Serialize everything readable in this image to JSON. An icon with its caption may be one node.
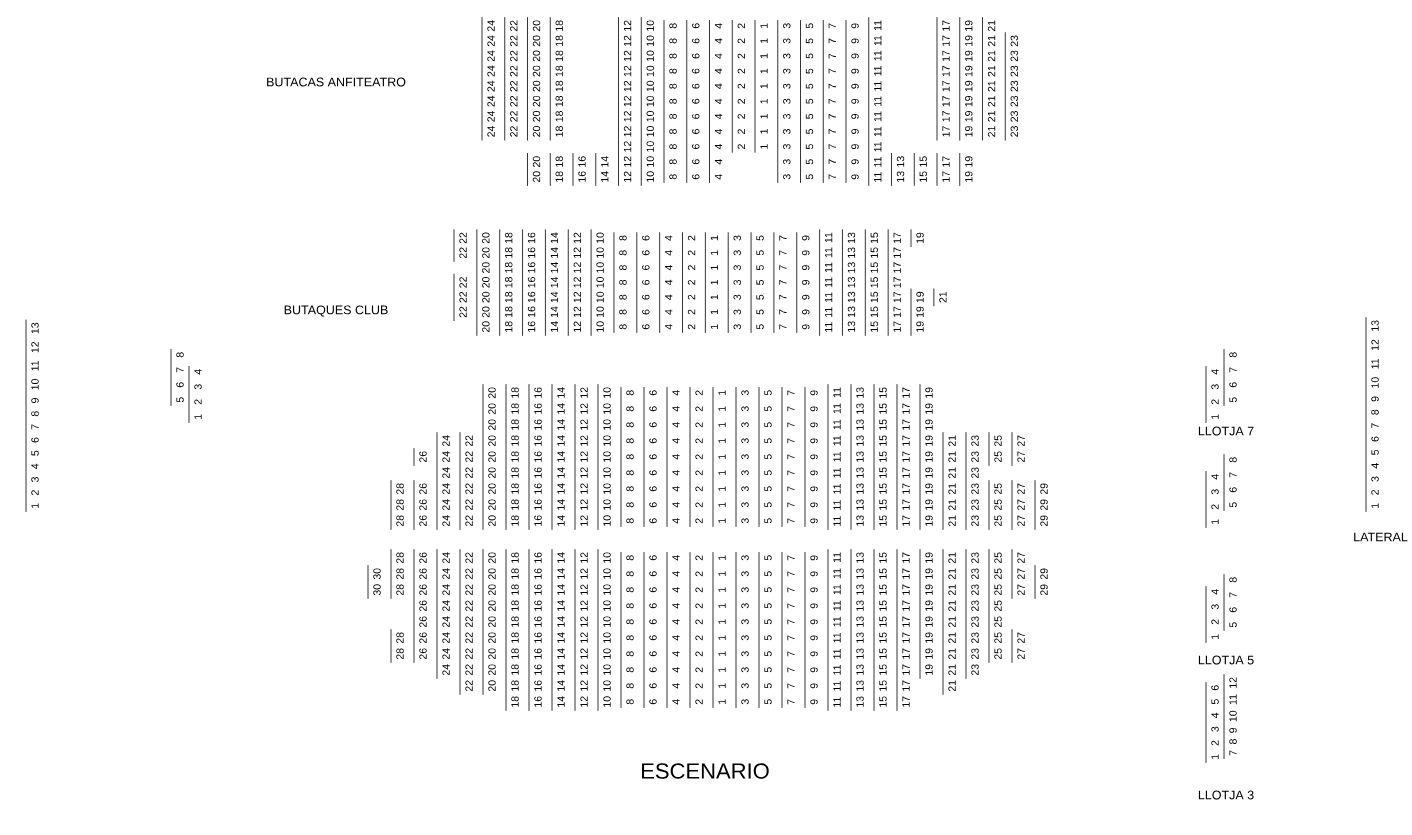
{
  "diagram": {
    "labels": [
      "BUTACAS ANFITEATRO",
      "24 24 24 24 24 24 24 24",
      "22 22 22 22 22 22 22 22",
      "20 20 20 20 20 20 20 20",
      "20 20",
      "18 18 18 18 18 18 18 18",
      "18 18",
      "16 16",
      "14 14",
      "12 12 12 12 12 12 12 12 12 12 12",
      "10 10 10 10 10 10 10 10 10 10 10",
      "8 8 8 8 8 8 8 8 8 8 8",
      "6 6 6 6 6 6 6 6 6 6 6",
      "4 4 4 4 4 4 4 4 4 4 4",
      "2 2 2 2 2 2 2 2 2",
      "1 1 1 1 1 1 1 1 1",
      "3 3 3 3 3 3 3 3 3 3 3",
      "5 5 5 5 5 5 5 5 5 5 5",
      "7 7 7 7 7 7 7 7 7 7 7",
      "9 9 9 9 9 9 9 9 9 9 9",
      "11 11 11 11 11 11 11 11 11 11 11",
      "13 13",
      "15 15",
      "17 17 17 17 17 17 17 17",
      "17 17",
      "19 19 19 19 19 19 19 19",
      "19 19",
      "21 21 21 21 21 21 21 21",
      "23 23 23 23 23 23 23",
      "BUTAQUES CLUB",
      "22 22",
      "22 22 22",
      "20 20 20 20 20 20 20",
      "18 18 18 18 18 18 18",
      "16 16 16 16 16 16 16",
      "14 14 14 14 14 14 14",
      "12 12 12 12 12 12 12",
      "10 10 10 10 10 10 10",
      "8 8 8 8 8 8 8",
      "6 6 6 6 6 6 6",
      "4 4 4 4 4 4 4",
      "2 2 2 2 2 2 2",
      "1 1 1 1 1 1 1",
      "3 3 3 3 3 3 3",
      "5 5 5 5 5 5 5",
      "7 7 7 7 7 7 7",
      "9 9 9 9 9 9 9",
      "11 11 11 11 11 11 11",
      "13 13 13 13 13 13 13",
      "15 15 15 15 15 15 15",
      "17 17 17 17 17 17 17",
      "19",
      "19 19 19",
      "21",
      "1 2 3 4 5 6 7 8 9 10 11 12 13",
      "5 6 7 8",
      "1 2 3 4",
      "28 28 28",
      "26",
      "26 26 26",
      "24 24 24 24 24 24",
      "22 22 22 22 22 22",
      "20 20 20 20 20 20 20 20 20",
      "18 18 18 18 18 18 18 18 18",
      "16 16 16 16 16 16 16 16 16",
      "14 14 14 14 14 14 14 14 14",
      "12 12 12 12 12 12 12 12 12",
      "10 10 10 10 10 10 10 10 10",
      "8 8 8 8 8 8 8 8 8",
      "6 6 6 6 6 6 6 6 6",
      "4 4 4 4 4 4 4 4 4",
      "2 2 2 2 2 2 2 2 2",
      "1 1 1 1 1 1 1 1 1",
      "3 3 3 3 3 3 3 3 3",
      "5 5 5 5 5 5 5 5 5",
      "7 7 7 7 7 7 7 7 7",
      "9 9 9 9 9 9 9 9 9",
      "11 11 11 11 11 11 11 11 11",
      "13 13 13 13 13 13 13 13 13",
      "15 15 15 15 15 15 15 15 15",
      "17 17 17 17 17 17 17 17 17",
      "19 19 19 19 19 19 19 19 19",
      "21 21 21 21 21 21",
      "23 23 23 23 23 23",
      "25 25",
      "25 25 25",
      "27 27",
      "27 27 27",
      "29 29 29",
      "30 30",
      "28 28 28",
      "28 28",
      "26 26 26 26 26 26 26",
      "24 24 24 24 24 24 24 24",
      "22 22 22 22 22 22 22 22 22",
      "20 20 20 20 20 20 20 20 20",
      "18 18 18 18 18 18 18 18 18 18",
      "16 16 16 16 16 16 16 16 16 16",
      "14 14 14 14 14 14 14 14 14 14",
      "12 12 12 12 12 12 12 12 12 12",
      "10 10 10 10 10 10 10 10 10 10",
      "8 8 8 8 8 8 8 8 8 8",
      "6 6 6 6 6 6 6 6 6 6",
      "4 4 4 4 4 4 4 4 4 4",
      "2 2 2 2 2 2 2 2 2 2",
      "1 1 1 1 1 1 1 1 1 1",
      "3 3 3 3 3 3 3 3 3 3",
      "5 5 5 5 5 5 5 5 5 5",
      "7 7 7 7 7 7 7 7 7 7",
      "9 9 9 9 9 9 9 9 9 9",
      "11 11 11 11 11 11 11 11 11 11",
      "13 13 13 13 13 13 13 13 13 13",
      "15 15 15 15 15 15 15 15 15 15",
      "17 17 17 17 17 17 17 17 17 17",
      "19 19 19 19 19 19 19 19",
      "21 21 21 21 21 21 21 21 21",
      "23 23 23 23 23 23 23 23",
      "25 25 25 25 25 25 25",
      "27 27 27",
      "27 27",
      "29 29",
      "1 2 3 4",
      "5 6 7 8",
      "LLOTJA 7",
      "1 2 3 4",
      "5 6 7 8",
      "1 2 3 4",
      "5 6 7 8",
      "LLOTJA 5",
      "1 2 3 4 5 6",
      "7 8 9 10 11 12",
      "LLOTJA 3",
      "1 2 3 4 5 6 7 8 9 10 11 12 13",
      "LATERAL",
      "ESCENARIO"
    ]
  }
}
